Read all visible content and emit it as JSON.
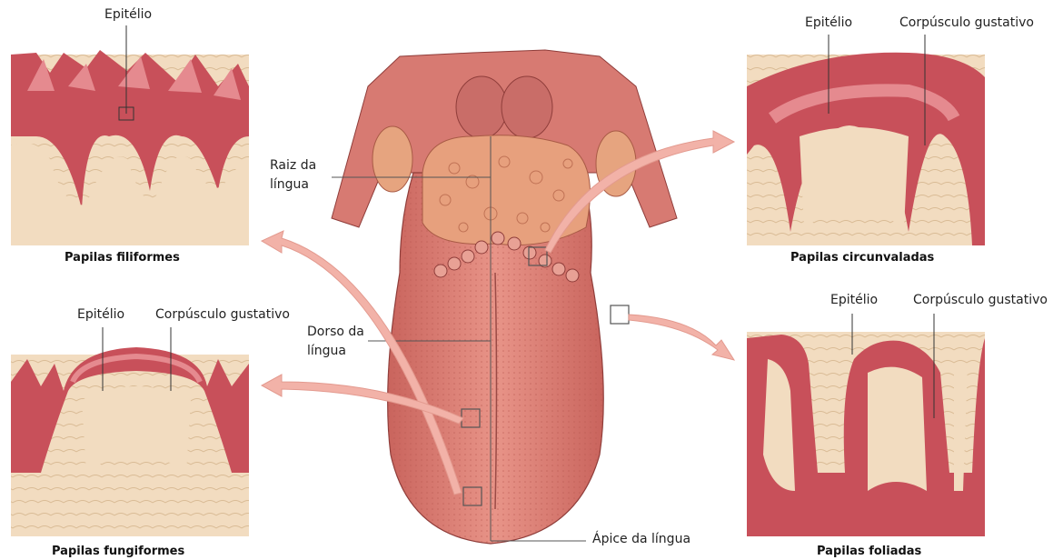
{
  "labels": {
    "epitelio": "Epitélio",
    "corpusculo": "Corpúsculo gustativo",
    "raiz_1": "Raiz da",
    "raiz_2": "língua",
    "dorso_1": "Dorso da",
    "dorso_2": "língua",
    "apice": "Ápice da língua"
  },
  "captions": {
    "filiformes": "Papilas filiformes",
    "fungiformes": "Papilas fungiformes",
    "circunvaladas": "Papilas circunvaladas",
    "foliadas": "Papilas foliadas"
  },
  "colors": {
    "epithelium": "#c8505a",
    "epithelium_light": "#e58a8f",
    "connective": "#f2dcc0",
    "tongue": "#e0857b",
    "tongue_dark": "#b85650",
    "tonsil": "#e39a80",
    "arrow": "#f2b2a8",
    "line": "#333333"
  }
}
